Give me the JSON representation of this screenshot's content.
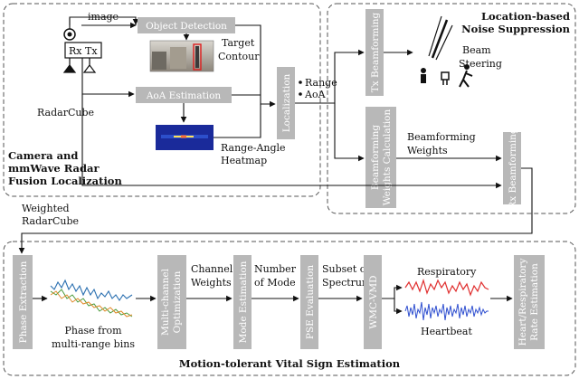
{
  "diagram": {
    "fusion_block": {
      "input_label": "image",
      "object_detection": "Object Detection",
      "target_contour": [
        "Target",
        "Contour"
      ],
      "aoa_estimation": "AoA Estimation",
      "range_angle_heatmap": [
        "Range-Angle",
        "Heatmap"
      ],
      "radarcube": "RadarCube",
      "antenna_label": "Rx Tx",
      "localization": "Localization",
      "range": "Range",
      "aoa": "AoA",
      "title": [
        "Camera and",
        "mmWave Radar",
        "Fusion Localization"
      ]
    },
    "noise_block": {
      "title": [
        "Location-based",
        "Noise Suppression"
      ],
      "tx_beamforming": "Tx Beamforming",
      "beam_steering": [
        "Beam",
        "Steering"
      ],
      "bf_weights_calc": [
        "Beamforming",
        "Weights Calculation"
      ],
      "bf_weights": [
        "Beamforming",
        "Weights"
      ],
      "rx_beamforming": "Rx Beamforming"
    },
    "weighted_radarcube": [
      "Weighted",
      "RadarCube"
    ],
    "vital_block": {
      "title": "Motion-tolerant Vital Sign Estimation",
      "phase_extraction": "Phase Extraction",
      "phase_from_bins": [
        "Phase from",
        "multi-range bins"
      ],
      "multichannel_opt": [
        "Multi-channel",
        "Optimization"
      ],
      "channel_weights": [
        "Channel",
        "Weights"
      ],
      "mode_estimation": "Mode Estimation",
      "number_of_mode": [
        "Number",
        "of Mode"
      ],
      "pse_evaluation": "PSE Evaluation",
      "subset_spectrum": [
        "Subset of",
        "Spectrum"
      ],
      "wmc_vmd": "WMC-VMD",
      "respiratory": "Respiratory",
      "heartbeat": "Heartbeat",
      "rate_estimation": [
        "Heart/Respiratory",
        "Rate Estimation"
      ]
    }
  },
  "colors": {
    "block_fill": "#b8b8b8",
    "heatmap_bg": "#1a2a9a",
    "respiratory_wave": "#e03030",
    "heartbeat_wave": "#3050d0",
    "phase_blue": "#2a6fb0",
    "phase_orange": "#e08a2a",
    "phase_green": "#4a9a3a"
  }
}
